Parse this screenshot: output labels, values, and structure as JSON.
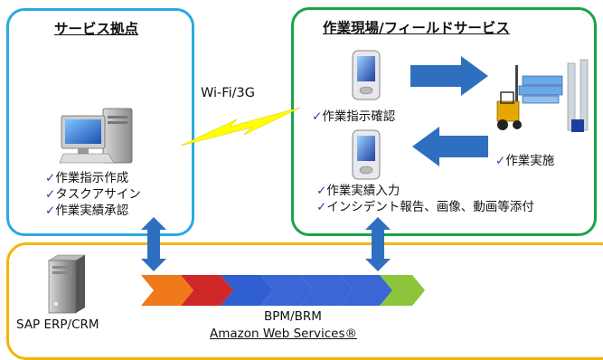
{
  "service_panel": {
    "title": "サービス拠点",
    "tasks": [
      "作業指示作成",
      "タスクアサイン",
      "作業実績承認"
    ]
  },
  "field_panel": {
    "title": "作業現場/フィールドサービス",
    "confirm": "作業指示確認",
    "perform": "作業実施",
    "entries": [
      "作業実績入力",
      "インシデント報告、画像、動画等添付"
    ]
  },
  "connection_label": "Wi-Fi/3G",
  "bottom": {
    "erp_label": "SAP ERP/CRM",
    "bpm_label": "BPM/BRM",
    "aws_label": "Amazon Web Services®"
  },
  "check_mark": "✓",
  "colors": {
    "service_border": "#2aa9e0",
    "field_border": "#1aa34a",
    "bottom_border": "#f5b400",
    "arrow_blue": "#2f6fbf",
    "lightning": "#ffff00",
    "chevrons": [
      "#f07a1a",
      "#d02828",
      "#2f5fd0",
      "#2f5fd0",
      "#2f5fd0",
      "#2f5fd0",
      "#8cc43c"
    ]
  }
}
